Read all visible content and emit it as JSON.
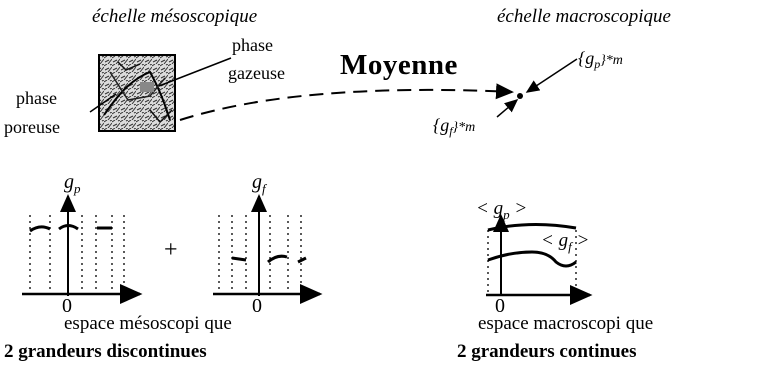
{
  "top": {
    "meso_scale_label": "échelle mésoscopique",
    "macro_scale_label": "échelle macroscopique",
    "gas_phase_label_1": "phase",
    "gas_phase_label_2": "gazeuse",
    "porous_phase_label_1": "phase",
    "porous_phase_label_2": "poreuse",
    "average_label": "Moyenne",
    "gp_macro_label": "{g",
    "gp_macro_sub": "p",
    "gp_macro_tail": "}*m",
    "gf_macro_label": "{g",
    "gf_macro_sub": "f",
    "gf_macro_tail": "}*m"
  },
  "bottom": {
    "gp_axis_label": "g",
    "gp_axis_sub": "p",
    "gf_axis_label": "g",
    "gf_axis_sub": "f",
    "plus_sign": "+",
    "zero_1": "0",
    "zero_2": "0",
    "zero_3": "0",
    "avg_gp_label": "< g",
    "avg_gp_sub": "p",
    "avg_gp_close": " >",
    "avg_gf_label": "< g",
    "avg_gf_sub": "f",
    "avg_gf_close": " >",
    "meso_space_label": "espace mésoscopi que",
    "meso_quantities_label": "2 grandeurs discontinues",
    "macro_space_label": "espace macroscopi que",
    "macro_quantities_label": "2 grandeurs continues"
  }
}
